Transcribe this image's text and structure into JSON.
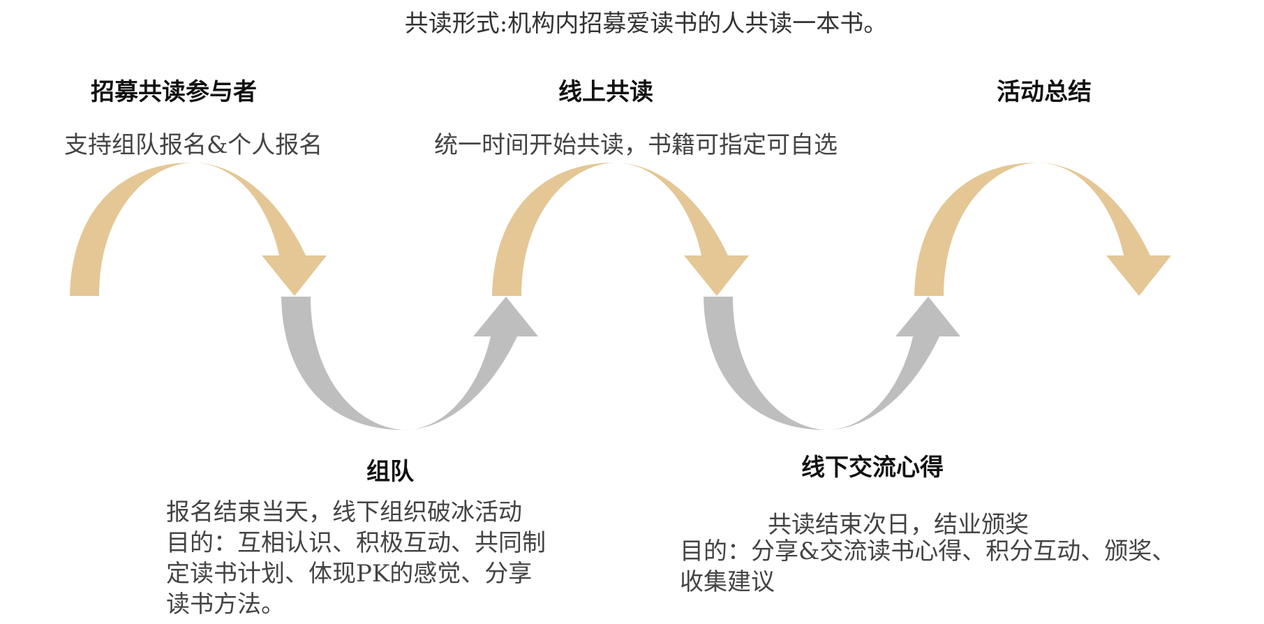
{
  "header": {
    "title": "共读形式:机构内招募爱读书的人共读一本书。"
  },
  "steps": [
    {
      "title": "招募共读参与者",
      "desc": [
        "支持组队报名&个人报名"
      ]
    },
    {
      "title": "组队",
      "desc": [
        "报名结束当天，线下组织破冰活动",
        "目的：互相认识、积极互动、共同制",
        "定读书计划、体现PK的感觉、分享",
        "读书方法。"
      ]
    },
    {
      "title": "线上共读",
      "desc": [
        "统一时间开始共读，书籍可指定可自选"
      ]
    },
    {
      "title": "线下交流心得",
      "desc": [
        "共读结束次日，结业颁奖",
        "目的：分享&交流读书心得、积分互动、颁奖、",
        "收集建议"
      ]
    },
    {
      "title": "活动总结",
      "desc": []
    }
  ],
  "colors": {
    "upper_arc": "#E4C795",
    "lower_arc": "#BEBEBE"
  }
}
